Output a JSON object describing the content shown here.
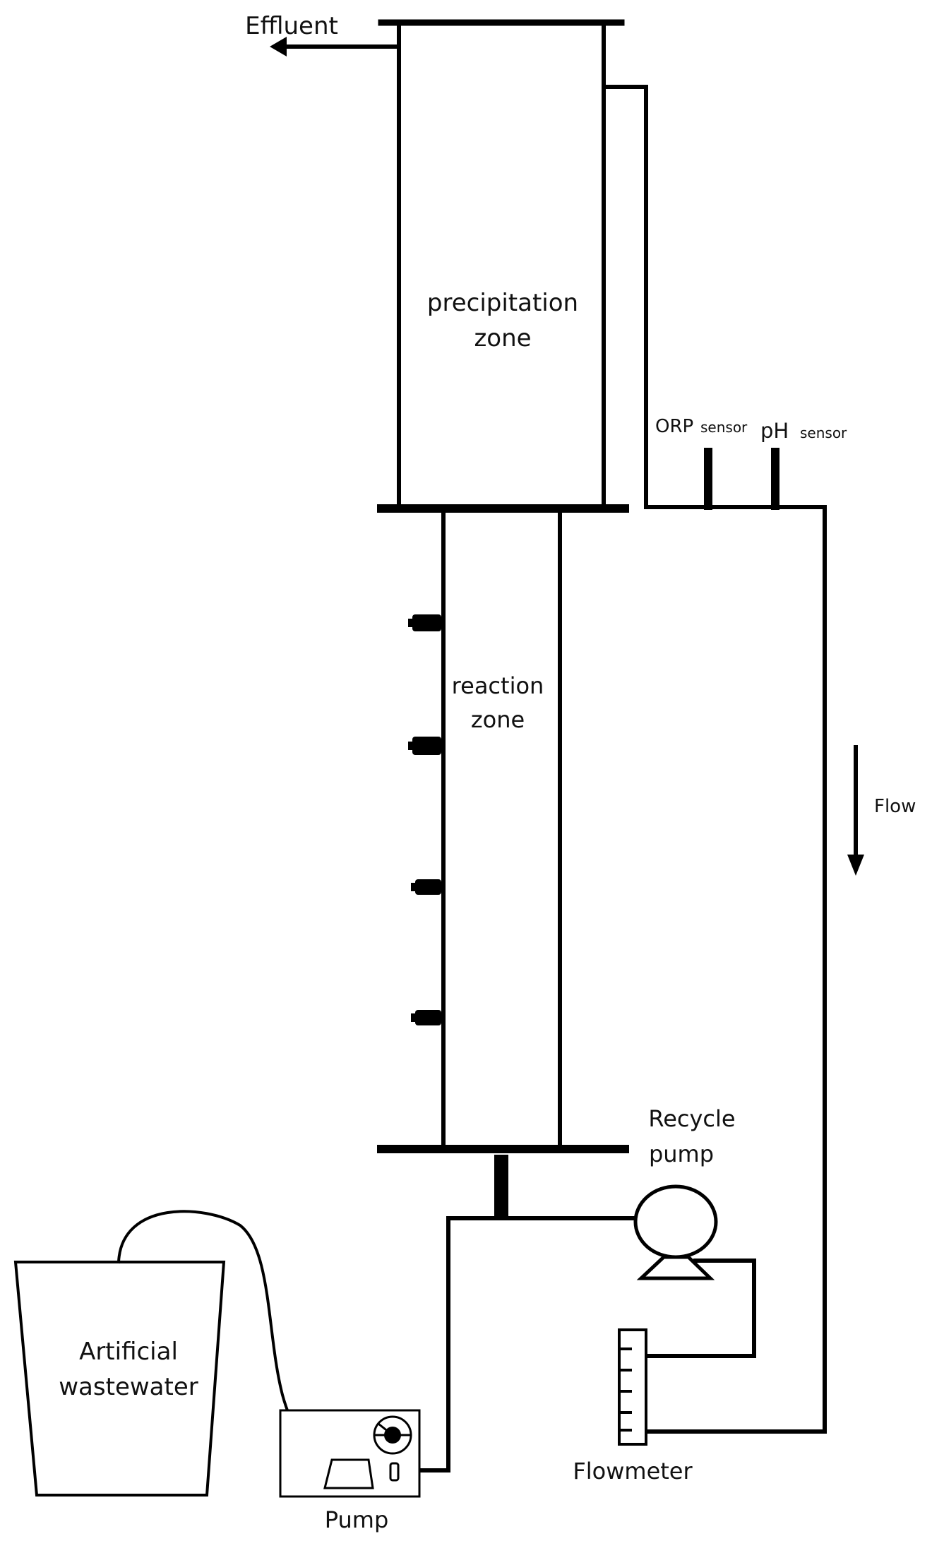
{
  "labels": {
    "effluent": "Effluent",
    "precipitation_line1": "precipitation",
    "precipitation_line2": "zone",
    "orp": "ORP",
    "orp_sub": "sensor",
    "ph": "pH",
    "ph_sub": "sensor",
    "reaction_line1": "reaction",
    "reaction_line2": "zone",
    "flow": "Flow",
    "recycle_line1": "Recycle",
    "recycle_line2": "pump",
    "tank_line1": "Artificial",
    "tank_line2": "wastewater",
    "flowmeter": "Flowmeter",
    "pump": "Pump"
  },
  "colors": {
    "stroke": "#000000",
    "background": "#ffffff"
  }
}
